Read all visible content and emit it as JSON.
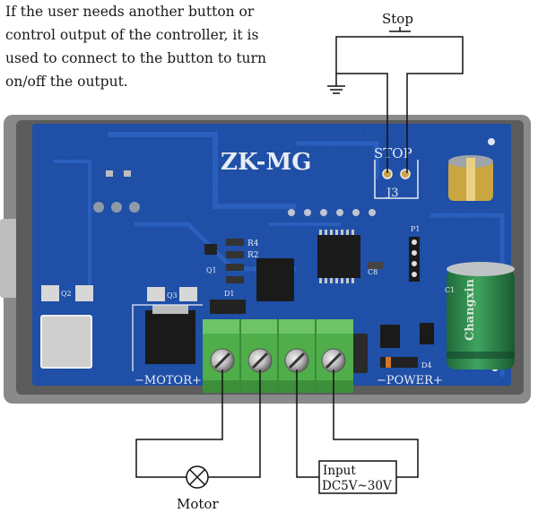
{
  "description": {
    "lines": [
      "If the user needs another button or",
      "control output of the controller, it is",
      "used to connect to the button to turn",
      "on/off the output."
    ]
  },
  "labels": {
    "stop": "Stop",
    "motor": "Motor",
    "input_title": "Input",
    "input_range": "DC5V~30V"
  },
  "board": {
    "model": "ZK-MG",
    "stop_header": "STOP",
    "connector": "J3",
    "motor_silk": "−MOTOR+",
    "power_silk": "−POWER+",
    "capacitor_brand": "Changxin",
    "refs": {
      "q1": "Q1",
      "q2": "Q2",
      "q3": "Q3",
      "d1": "D1",
      "d4": "D4",
      "r4": "R4",
      "r2": "R2",
      "c8": "C8",
      "p1": "P1",
      "c1": "C1"
    }
  },
  "colors": {
    "pcb": "#1f4fa6",
    "terminal": "#4fae4a",
    "enclosure": "#8a8a8a",
    "wire": "#111111"
  }
}
